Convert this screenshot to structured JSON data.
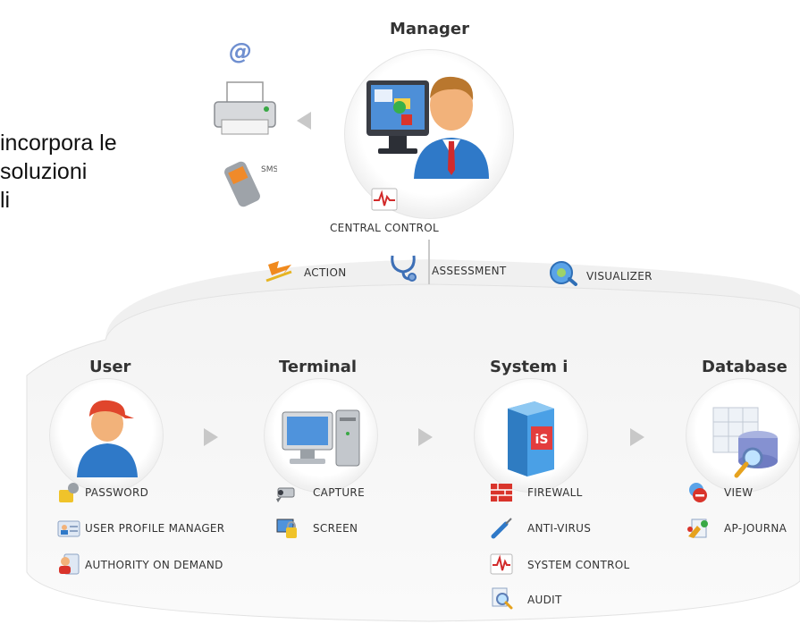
{
  "side_text": {
    "line1": "incorpora le",
    "line2": "soluzioni",
    "line3": "li"
  },
  "manager": {
    "title": "Manager",
    "central_control": "CENTRAL CONTROL",
    "outputs": {
      "email": "@",
      "sms": "SMS"
    }
  },
  "toolbar": {
    "action": "ACTION",
    "assessment": "ASSESSMENT",
    "visualizer": "VISUALIZER"
  },
  "columns": {
    "user": {
      "title": "User",
      "items": [
        "PASSWORD",
        "USER PROFILE MANAGER",
        "AUTHORITY ON DEMAND"
      ]
    },
    "terminal": {
      "title": "Terminal",
      "items": [
        "CAPTURE",
        "SCREEN"
      ]
    },
    "system": {
      "title": "System i",
      "badge": "iS",
      "items": [
        "FIREWALL",
        "ANTI-VIRUS",
        "SYSTEM CONTROL",
        "AUDIT"
      ]
    },
    "database": {
      "title": "Database",
      "items": [
        "VIEW",
        "AP-JOURNA"
      ]
    }
  },
  "colors": {
    "ring": "#e2e2e2",
    "arrow": "#c8c8c8",
    "frame": "#d9d9d9",
    "skin": "#f2b27a",
    "suit": "#2f79c8"
  }
}
